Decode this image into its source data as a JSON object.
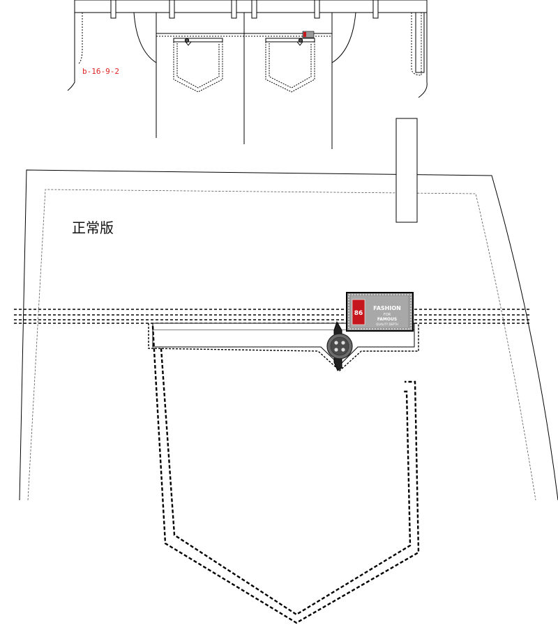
{
  "style_code": "b-16-9-2",
  "version_label": "正常版",
  "patch": {
    "badge_number": "86",
    "line1": "FASHION",
    "line2": "FOR",
    "line3": "FAMOUS",
    "line4": "QUALITY DEPTH"
  },
  "colors": {
    "code_text": "#e02020",
    "line": "#000000",
    "patch_badge": "#c4161c",
    "patch_fabric": "#9a9a9a",
    "button": "#555555"
  }
}
